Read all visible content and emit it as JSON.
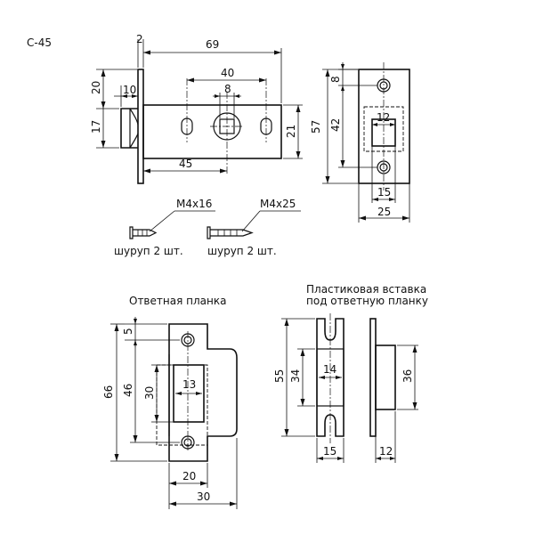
{
  "model_code": "С-45",
  "latch": {
    "dims": {
      "plate_thickness": "2",
      "overall_length": "69",
      "hole_spacing": "40",
      "square_hole": "8",
      "bolt_offset": "20",
      "bolt_projection": "10",
      "bolt_height": "17",
      "backset": "45",
      "body_height": "21",
      "faceplate_height": "57",
      "faceplate_screw_offset": "8",
      "faceplate_screw_spacing": "42",
      "faceplate_slot": "12",
      "faceplate_slot_width": "15",
      "faceplate_width": "25"
    }
  },
  "screws": [
    {
      "size": "M4x16",
      "caption": "шуруп 2 шт."
    },
    {
      "size": "M4x25",
      "caption": "шуруп 2 шт."
    }
  ],
  "strike": {
    "title": "Ответная планка",
    "dims": {
      "screw_offset": "5",
      "height": "66",
      "screw_spacing": "46",
      "slot_height": "30",
      "slot_width": "13",
      "inner_width": "20",
      "width": "30"
    }
  },
  "insert": {
    "title_line1": "Пластиковая вставка",
    "title_line2": "под ответную планку",
    "dims": {
      "height": "55",
      "pocket_height": "34",
      "pocket_width": "14",
      "width": "15",
      "side_height": "36",
      "side_depth": "12"
    }
  }
}
